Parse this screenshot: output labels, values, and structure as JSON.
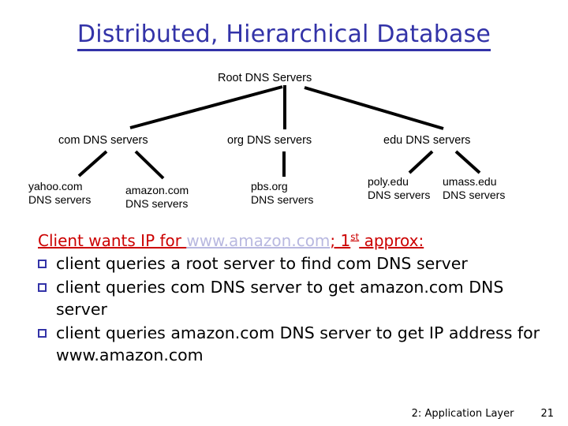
{
  "slide": {
    "title": "Distributed, Hierarchical Database",
    "title_color": "#3333a8"
  },
  "diagram": {
    "type": "tree",
    "root": {
      "label": "Root DNS Servers"
    },
    "level2": [
      {
        "label": "com DNS servers"
      },
      {
        "label": "org DNS servers"
      },
      {
        "label": "edu DNS servers"
      }
    ],
    "level3": [
      {
        "line1": "yahoo.com",
        "line2": "DNS servers"
      },
      {
        "line1": "amazon.com",
        "line2": "DNS servers"
      },
      {
        "line1": "pbs.org",
        "line2": "DNS servers"
      },
      {
        "line1": "poly.edu",
        "line2": "DNS servers"
      },
      {
        "line1": "umass.edu",
        "line2": "DNS servers"
      }
    ],
    "edge_color": "#000000"
  },
  "body": {
    "lead": {
      "before_link": "Client wants IP for ",
      "link_text": "www.amazon.com",
      "after_link_1": "; 1",
      "after_link_sup": "st",
      "after_link_2": " approx:",
      "color": "#cc0000",
      "link_color": "#b8b8e0"
    },
    "bullets": [
      {
        "text": "client queries a root server to find com DNS server"
      },
      {
        "text": "client queries com DNS server to get amazon.com DNS server"
      },
      {
        "text": "client queries amazon.com DNS server to get  IP address for www.amazon.com"
      }
    ],
    "bullet_color": "#3333a8"
  },
  "footer": {
    "chapter": "2: Application Layer",
    "page": "21"
  }
}
